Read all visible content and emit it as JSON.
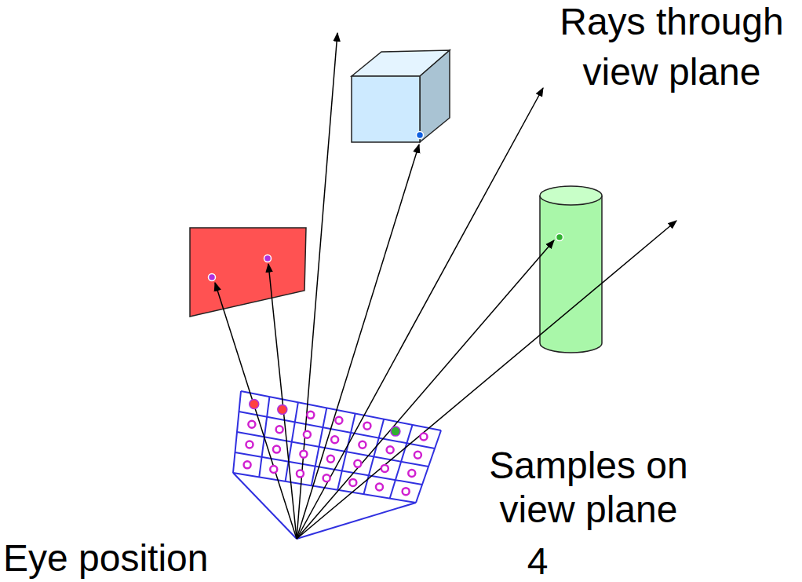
{
  "diagram": {
    "labels": [
      "Rays through view plane",
      "Samples on view plane",
      "Eye position",
      "4"
    ]
  }
}
